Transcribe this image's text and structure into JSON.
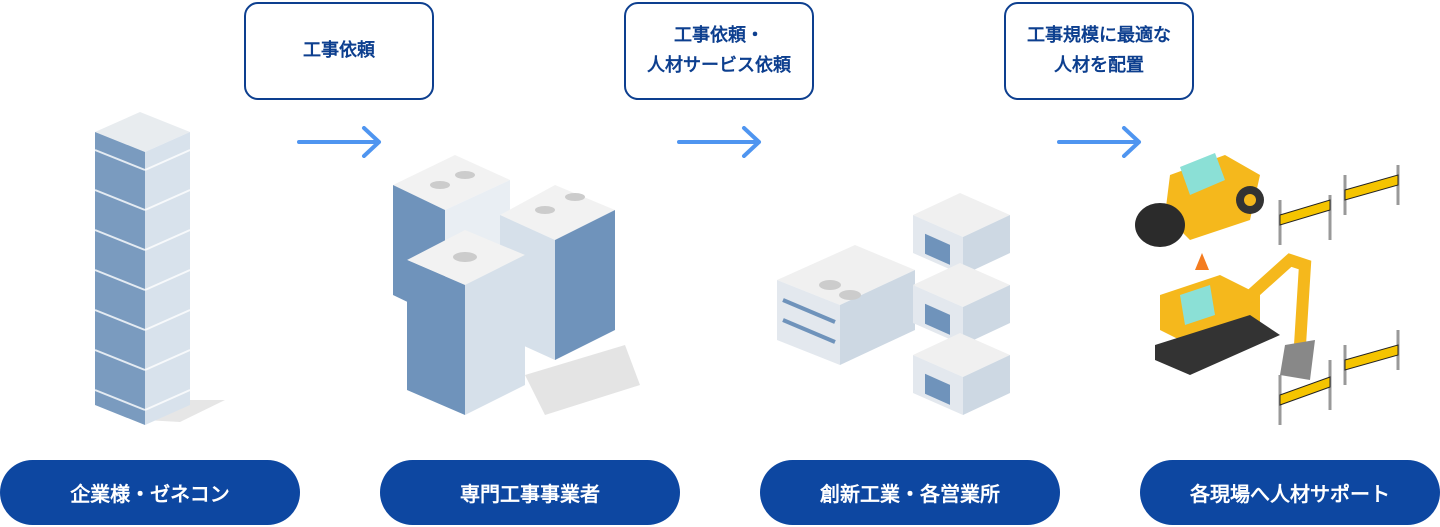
{
  "steps": [
    {
      "label": "企業様・ゼネコン"
    },
    {
      "label": "専門工事事業者"
    },
    {
      "label": "創新工業・各営業所"
    },
    {
      "label": "各現場へ人材サポート"
    }
  ],
  "flows": [
    {
      "lines": [
        "工事依頼"
      ]
    },
    {
      "lines": [
        "工事依頼・",
        "人材サービス依頼"
      ]
    },
    {
      "lines": [
        "工事規模に最適な",
        "人材を配置"
      ]
    }
  ],
  "colors": {
    "primary": "#0d47a1",
    "arrow": "#4f95f0",
    "box_border": "#0d3f8f"
  }
}
